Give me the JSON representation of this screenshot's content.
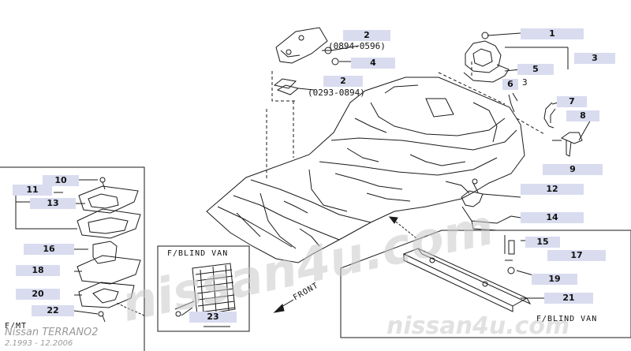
{
  "callouts": [
    {
      "id": "1",
      "label": "1"
    },
    {
      "id": "2a",
      "label": "2"
    },
    {
      "id": "2b",
      "label": "2"
    },
    {
      "id": "3",
      "label": "3"
    },
    {
      "id": "4",
      "label": "4"
    },
    {
      "id": "5",
      "label": "5"
    },
    {
      "id": "6",
      "label": "6"
    },
    {
      "id": "7",
      "label": "7"
    },
    {
      "id": "8",
      "label": "8"
    },
    {
      "id": "9",
      "label": "9"
    },
    {
      "id": "10",
      "label": "10"
    },
    {
      "id": "11",
      "label": "11"
    },
    {
      "id": "12",
      "label": "12"
    },
    {
      "id": "13",
      "label": "13"
    },
    {
      "id": "14",
      "label": "14"
    },
    {
      "id": "15",
      "label": "15"
    },
    {
      "id": "16",
      "label": "16"
    },
    {
      "id": "17",
      "label": "17"
    },
    {
      "id": "18",
      "label": "18"
    },
    {
      "id": "19",
      "label": "19"
    },
    {
      "id": "20",
      "label": "20"
    },
    {
      "id": "21",
      "label": "21"
    },
    {
      "id": "22",
      "label": "22"
    },
    {
      "id": "23",
      "label": "23"
    }
  ],
  "date_codes": {
    "part2_upper": "(0894-0596)",
    "part2_lower": "(0293-0894)"
  },
  "stray_label": "3",
  "box_labels": {
    "blind_van_left": "F/BLIND VAN",
    "blind_van_right": "F/BLIND VAN",
    "fmt": "F/MT"
  },
  "front_arrow": "FRONT",
  "watermark": {
    "main": "nissan4u.com",
    "corner": "nissan4u.com"
  },
  "footer": {
    "model": "Nissan TERRANO2",
    "dates": "2.1993 - 12.2006"
  },
  "colors": {
    "callout_bg": "#d9dcef",
    "line": "#1a1a1a",
    "watermark": "#c8c8c8"
  }
}
